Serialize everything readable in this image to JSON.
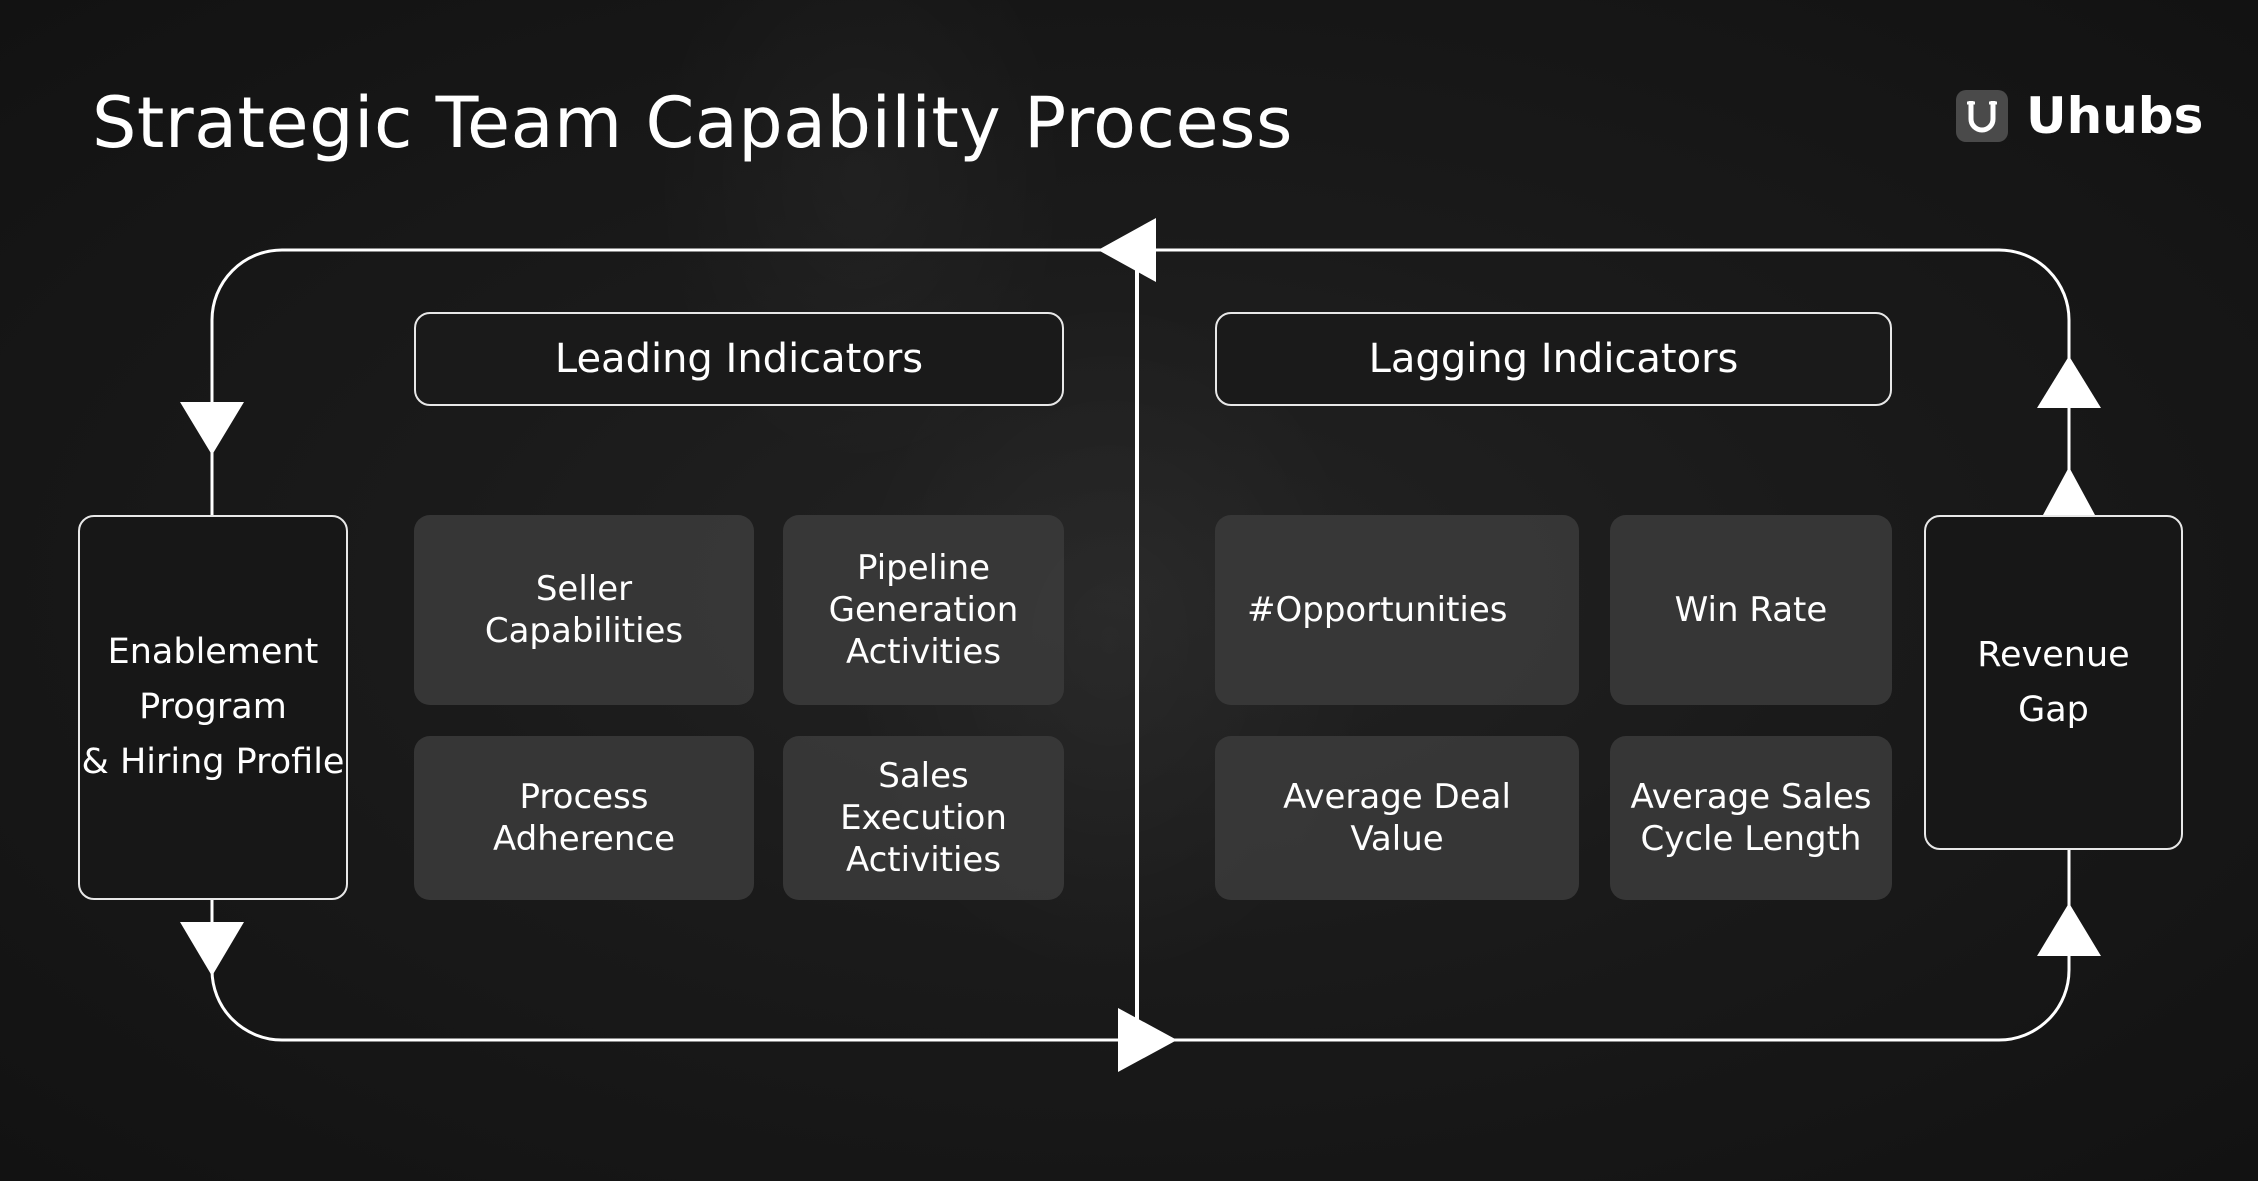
{
  "title": "Strategic Team Capability Process",
  "brand": {
    "name": "Uhubs",
    "icon": "magnet-u-icon"
  },
  "leading": {
    "header": "Leading Indicators",
    "cards": [
      {
        "lines": [
          "Seller",
          "Capabilities"
        ]
      },
      {
        "lines": [
          "Pipeline",
          "Generation",
          "Activities"
        ]
      },
      {
        "lines": [
          "Process",
          "Adherence"
        ]
      },
      {
        "lines": [
          "Sales Execution",
          "Activities"
        ]
      }
    ]
  },
  "lagging": {
    "header": "Lagging Indicators",
    "cards": [
      {
        "lines": [
          "#Opportunities"
        ]
      },
      {
        "lines": [
          "Win Rate"
        ]
      },
      {
        "lines": [
          "Average Deal",
          "Value"
        ]
      },
      {
        "lines": [
          "Average Sales",
          "Cycle Length"
        ]
      }
    ]
  },
  "left_box": {
    "lines": [
      "Enablement",
      "Program",
      "& Hiring Profile"
    ]
  },
  "right_box": {
    "lines": [
      "Revenue",
      "Gap"
    ]
  },
  "colors": {
    "background": "#161616",
    "line": "#ffffff",
    "card": "#3a3a3a",
    "logo_mark": "#4a4a4a"
  }
}
